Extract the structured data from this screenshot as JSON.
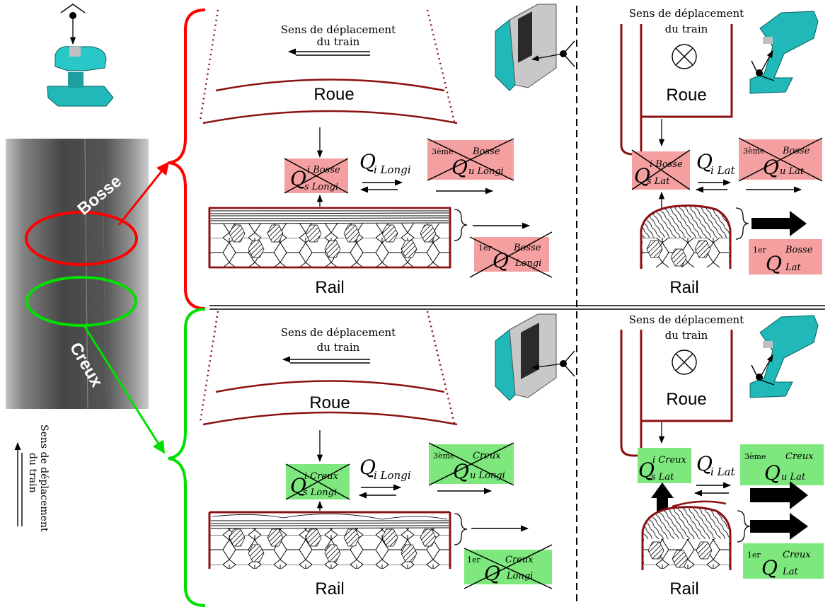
{
  "colors": {
    "red": "#ff0000",
    "green": "#00e000",
    "wheel": "#8b1010",
    "rail_teal": "#20b8b8",
    "box_red": "#f4a0a0",
    "box_green": "#7ee87e"
  },
  "photo": {
    "bosse_label": "Bosse",
    "creux_label": "Creux",
    "direction_label_1": "Sens de déplacement",
    "direction_label_2": "du train"
  },
  "top_left": {
    "direction_1": "Sens de déplacement",
    "direction_2": "du train",
    "roue": "Roue",
    "rail": "Rail",
    "q_surface": {
      "main": "Q",
      "sup": "i Bosse",
      "sub": "s Longi"
    },
    "q_inter": {
      "main": "Q",
      "sub": "i Longi"
    },
    "q_under": {
      "pre": "3ème",
      "main": "Q",
      "sup": "Bosse",
      "sub": "u Longi"
    },
    "q_first": {
      "pre": "1er",
      "main": "Q",
      "sup": "Bosse",
      "sub": "Longi"
    }
  },
  "top_right": {
    "direction_1": "Sens de déplacement",
    "direction_2": "du train",
    "roue": "Roue",
    "rail": "Rail",
    "q_surface": {
      "main": "Q",
      "sup": "i Bosse",
      "sub": "s Lat"
    },
    "q_inter": {
      "main": "Q",
      "sub": "i Lat"
    },
    "q_under": {
      "pre": "3ème",
      "main": "Q",
      "sup": "Bosse",
      "sub": "u Lat"
    },
    "q_first": {
      "pre": "1er",
      "main": "Q",
      "sup": "Bosse",
      "sub": "Lat"
    }
  },
  "bottom_left": {
    "direction_1": "Sens de déplacement",
    "direction_2": "du train",
    "roue": "Roue",
    "rail": "Rail",
    "q_surface": {
      "main": "Q",
      "sup": "i Creux",
      "sub": "s Longi"
    },
    "q_inter": {
      "main": "Q",
      "sub": "i Longi"
    },
    "q_under": {
      "pre": "3ème",
      "main": "Q",
      "sup": "Creux",
      "sub": "u Longi"
    },
    "q_first": {
      "pre": "1er",
      "main": "Q",
      "sup": "Creux",
      "sub": "Longi"
    }
  },
  "bottom_right": {
    "direction_1": "Sens de déplacement",
    "direction_2": "du train",
    "roue": "Roue",
    "rail": "Rail",
    "q_surface": {
      "main": "Q",
      "sup": "i Creux",
      "sub": "s Lat"
    },
    "q_inter": {
      "main": "Q",
      "sub": "i Lat"
    },
    "q_under": {
      "pre": "3ème",
      "main": "Q",
      "sup": "Creux",
      "sub": "u Lat"
    },
    "q_first": {
      "pre": "1er",
      "main": "Q",
      "sup": "Creux",
      "sub": "Lat"
    }
  }
}
